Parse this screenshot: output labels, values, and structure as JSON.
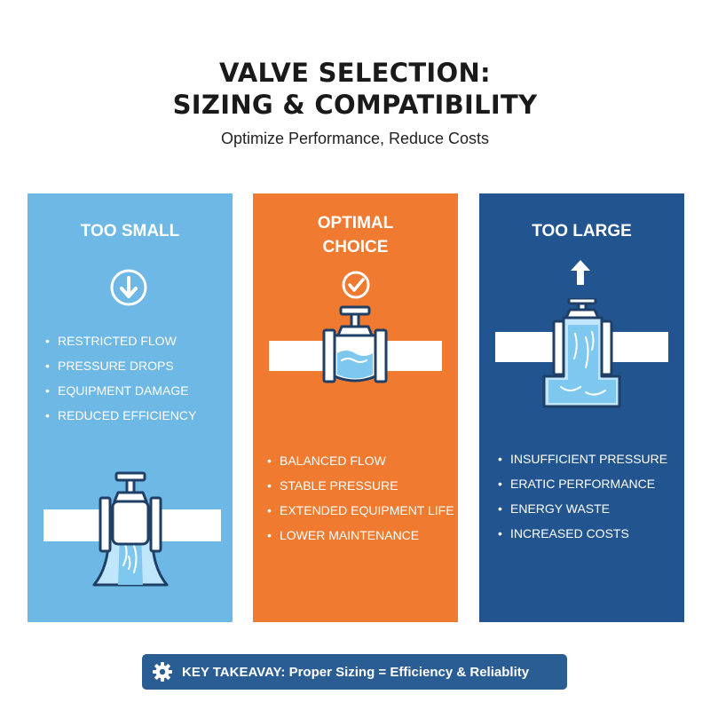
{
  "header": {
    "title_line1": "VALVE SELECTION:",
    "title_line2": "SIZING & COMPATIBILITY",
    "subtitle": "Optimize Performance, Reduce Costs"
  },
  "panels": [
    {
      "heading_line1": "TOO SMALL",
      "heading_line2": "",
      "icon": "arrow-down-circle-icon",
      "bullets": [
        "RESTRICTED FLOW",
        "PRESSURE DROPS",
        "EQUIPMENT DAMAGE",
        "REDUCED EFFICIENCY"
      ],
      "color": "#6eb8e6"
    },
    {
      "heading_line1": "OPTIMAL",
      "heading_line2": "CHOICE",
      "icon": "checkmark-circle-icon",
      "bullets": [
        "BALANCED FLOW",
        "STABLE PRESSURE",
        "EXTENDED EQUIPMENT LIFE",
        "LOWER MAINTENANCE"
      ],
      "color": "#ef7a30"
    },
    {
      "heading_line1": "TOO LARGE",
      "heading_line2": "",
      "icon": "arrow-up-icon",
      "bullets": [
        "INSUFFICIENT PRESSURE",
        "ERATIC PERFORMANCE",
        "ENERGY WASTE",
        "INCREASED COSTS"
      ],
      "color": "#22558f"
    }
  ],
  "takeaway": {
    "text": "KEY TAKEAVAY: Proper Sizing = Efficiency & Reliablity",
    "icon": "gear-icon",
    "color": "#2a5d94"
  },
  "colors": {
    "outline": "#1f3f66",
    "water": "#7ec8ef",
    "water_light": "#bfe6fa"
  }
}
